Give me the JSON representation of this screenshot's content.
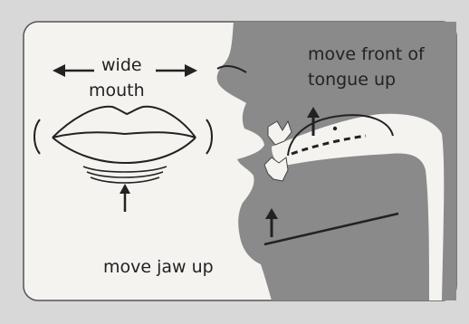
{
  "labels": {
    "wide": "wide",
    "mouth": "mouth",
    "front_line1": "move front of",
    "front_line2": "tongue up",
    "jaw": "move jaw up"
  },
  "colors": {
    "background": "#d8d8d8",
    "panel": "#f4f3f0",
    "head": "#8a8a8a",
    "stroke": "#222222"
  }
}
